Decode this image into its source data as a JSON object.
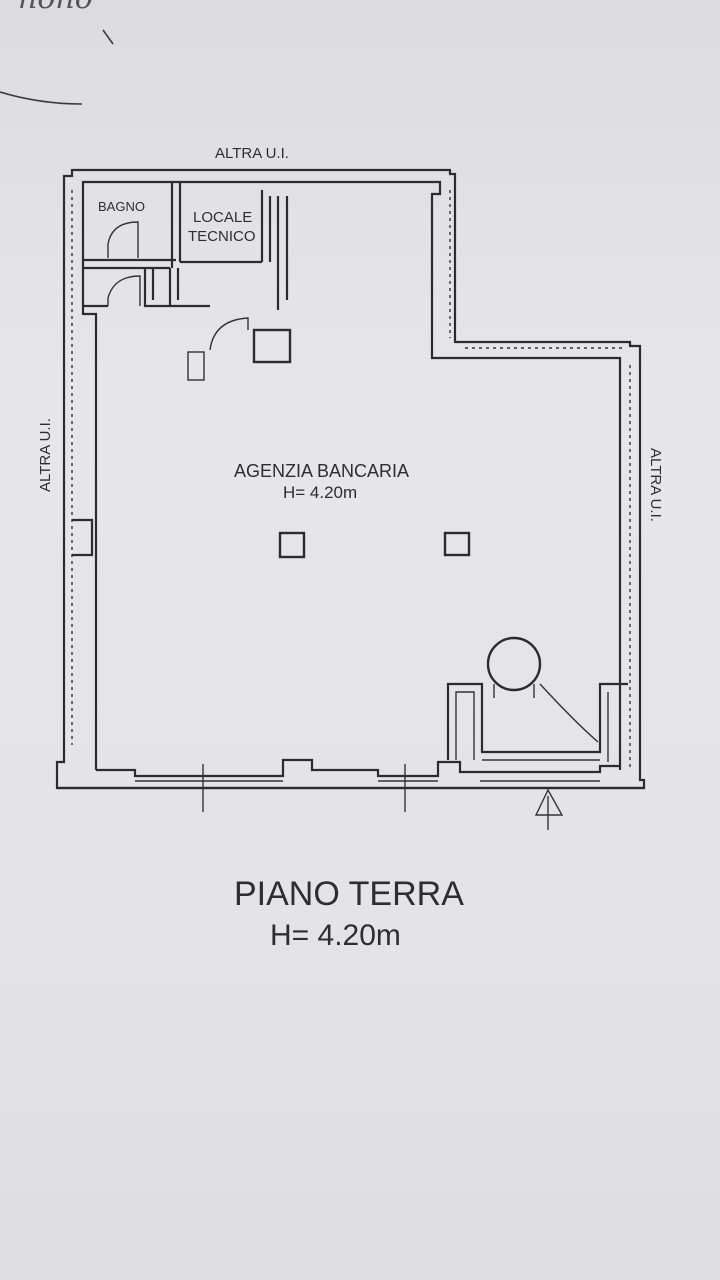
{
  "plan": {
    "top_neighbor": "ALTRA U.I.",
    "left_neighbor": "ALTRA U.I.",
    "right_neighbor": "ALTRA U.I.",
    "rooms": {
      "bathroom": "BAGNO",
      "technical_room_line1": "LOCALE",
      "technical_room_line2": "TECNICO",
      "main_room": "AGENZIA BANCARIA",
      "main_room_height": "H= 4.20m"
    }
  },
  "caption": {
    "floor_title": "PIANO TERRA",
    "floor_height": "H= 4.20m"
  },
  "margin_note": "nono"
}
